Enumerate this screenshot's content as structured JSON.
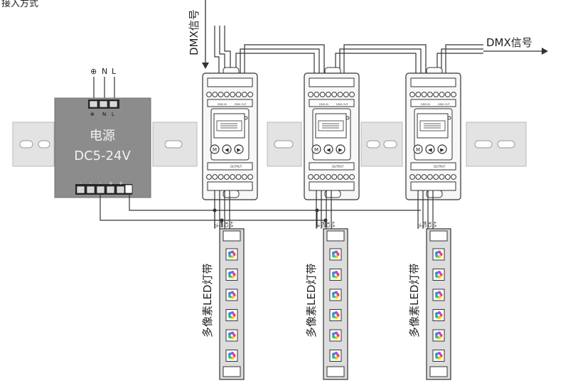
{
  "top_left_fragment": "接入方式",
  "dmx_input_label": "DMX信号",
  "dmx_output_label": "DMX信号",
  "power_supply": {
    "title": "电源",
    "voltage": "DC5-24V",
    "ac_terminals": [
      "⊕",
      "N",
      "L"
    ],
    "ac_terminal_labels": [
      "⊕",
      "N",
      "L"
    ],
    "dc_terminal_labels": [
      "-",
      "-",
      "-",
      "+",
      "+"
    ]
  },
  "controllers": [
    {
      "top_labels": [
        "DMX IN",
        "DMX OUT"
      ],
      "output_label": "OUTPUT",
      "buttons": [
        "M",
        "◀",
        "▶"
      ],
      "output_pins": [
        "V-",
        "DA",
        "CK",
        "V+"
      ]
    },
    {
      "top_labels": [
        "DMX IN",
        "DMX OUT"
      ],
      "output_label": "OUTPUT",
      "buttons": [
        "M",
        "◀",
        "▶"
      ],
      "output_pins": [
        "V-",
        "DA",
        "CK",
        "V+"
      ]
    },
    {
      "top_labels": [
        "DMX IN",
        "DMX OUT"
      ],
      "output_label": "OUTPUT",
      "buttons": [
        "M",
        "◀",
        "▶"
      ],
      "output_pins": [
        "V-",
        "DA",
        "CK",
        "V+"
      ]
    }
  ],
  "led_strips": [
    {
      "label": "多像素LED灯带",
      "pixel_count": 6
    },
    {
      "label": "多像素LED灯带",
      "pixel_count": 6
    },
    {
      "label": "多像素LED灯带",
      "pixel_count": 6
    }
  ],
  "colors": {
    "rail": "#e3e3e3",
    "rail_edge": "#b9b9b9",
    "power_box": "#8c8c8c",
    "controller_body": "#f7f7f7",
    "strip_body": "#dcdcdc",
    "wire": "#333333"
  }
}
